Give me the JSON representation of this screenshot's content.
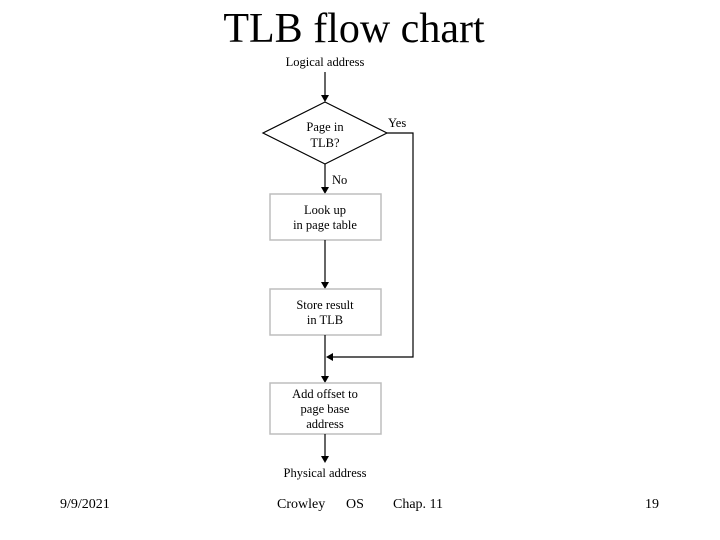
{
  "slide": {
    "title": "TLB flow chart"
  },
  "diagram": {
    "start_label": "Logical address",
    "decision": {
      "line1": "Page in",
      "line2": "TLB?"
    },
    "yes_label": "Yes",
    "no_label": "No",
    "lookup_box": {
      "line1": "Look up",
      "line2": "in page table"
    },
    "store_box": {
      "line1": "Store result",
      "line2": "in TLB"
    },
    "offset_box": {
      "line1": "Add offset to",
      "line2": "page base",
      "line3": "address"
    },
    "end_label": "Physical address"
  },
  "footer": {
    "date": "9/9/2021",
    "author": "Crowley",
    "course": "OS",
    "chapter": "Chap. 11",
    "page": "19"
  }
}
